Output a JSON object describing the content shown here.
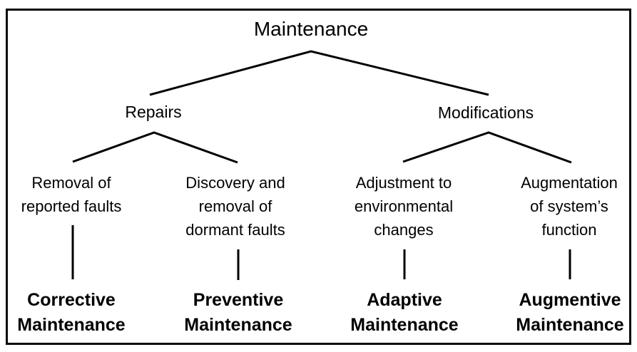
{
  "tree": {
    "root": {
      "label": "Maintenance"
    },
    "level2": [
      {
        "label": "Repairs"
      },
      {
        "label": "Modifications"
      }
    ],
    "level3": [
      {
        "desc": "Removal of\nreported faults",
        "category": "Corrective\nMaintenance"
      },
      {
        "desc": "Discovery and\nremoval of\ndormant faults",
        "category": "Preventive\nMaintenance"
      },
      {
        "desc": "Adjustment to\nenvironmental\nchanges",
        "category": "Adaptive\nMaintenance"
      },
      {
        "desc": "Augmentation\nof system’s\nfunction",
        "category": "Augmentive\nMaintenance"
      }
    ],
    "colors": {
      "line": "#000000",
      "text": "#000000",
      "background": "#ffffff"
    }
  }
}
